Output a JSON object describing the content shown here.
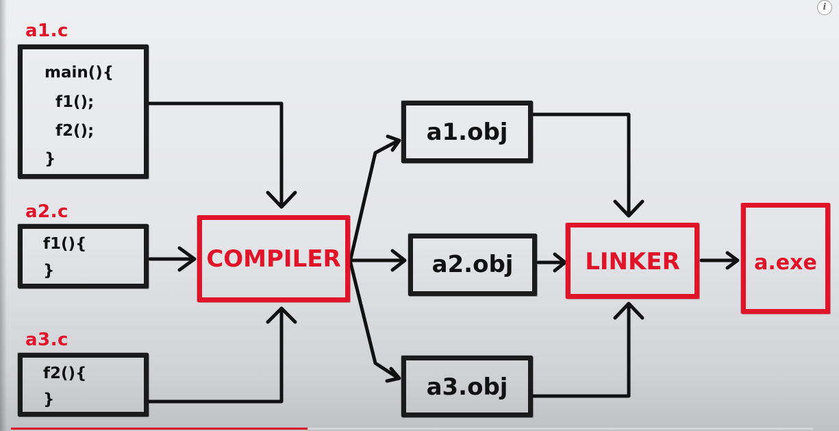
{
  "sources": [
    {
      "filename": "a1.c",
      "code_lines": [
        "main(){",
        "  f1();",
        "  f2();",
        "}"
      ]
    },
    {
      "filename": "a2.c",
      "code_lines": [
        "f1(){",
        "}"
      ]
    },
    {
      "filename": "a3.c",
      "code_lines": [
        "f2(){",
        "}"
      ]
    }
  ],
  "compiler": {
    "label": "COMPILER"
  },
  "objects": [
    {
      "label": "a1.obj"
    },
    {
      "label": "a2.obj"
    },
    {
      "label": "a3.obj"
    }
  ],
  "linker": {
    "label": "LINKER"
  },
  "output": {
    "label": "a.exe"
  },
  "player": {
    "info_icon": "info-icon",
    "progress_fraction": 0.37
  },
  "colors": {
    "accent": "#e01428",
    "ink": "#1b1b1b"
  }
}
